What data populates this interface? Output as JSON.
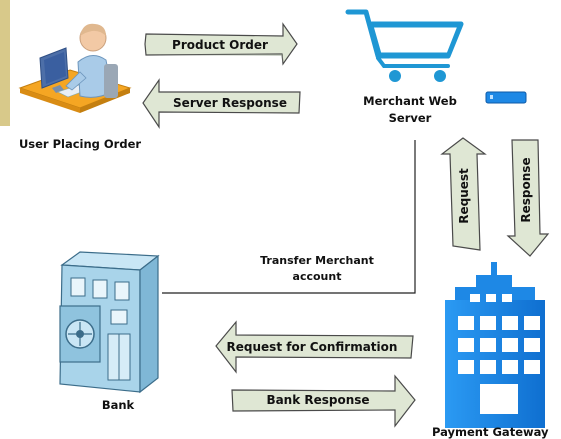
{
  "nodes": {
    "user": "User Placing Order",
    "merchant_line1": "Merchant Web",
    "merchant_line2": "Server",
    "bank": "Bank",
    "gateway": "Payment Gateway"
  },
  "edge_labels": {
    "transfer_line1": "Transfer Merchant",
    "transfer_line2": "account"
  },
  "arrows": {
    "product_order": "Product Order",
    "server_response": "Server Response",
    "request": "Request",
    "response": "Response",
    "request_confirmation": "Request for Confirmation",
    "bank_response": "Bank Response"
  },
  "colors": {
    "arrow_fill": "#dfe7d4",
    "arrow_stroke": "#4a4a4a",
    "cart_blue": "#1f97d4",
    "building_blue": "#1e88e5",
    "bank_blue": "#a9d4ea",
    "user_shirt": "#a9cbe8",
    "desk": "#f5a623"
  }
}
